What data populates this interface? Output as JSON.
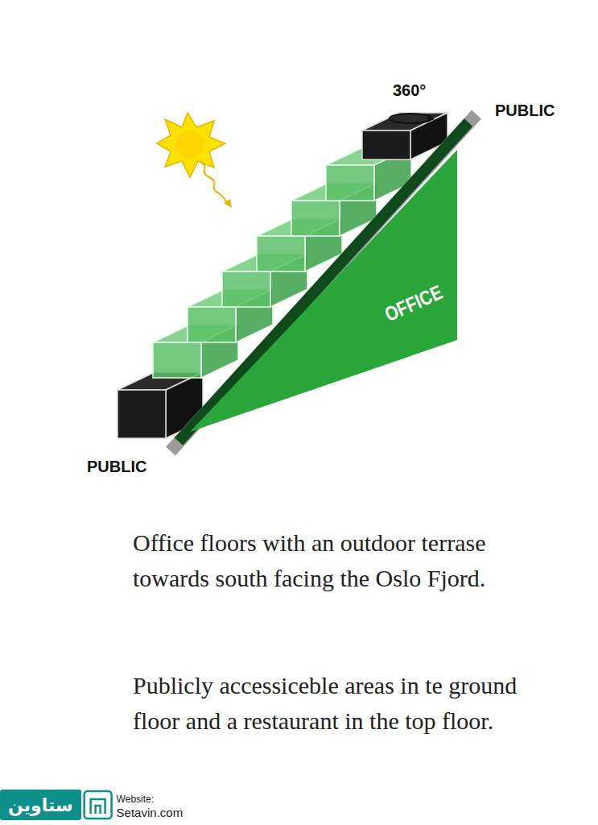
{
  "diagram": {
    "nodes": [
      {
        "text": [
          "OFFICE"
        ]
      },
      {
        "text": [
          "ستاوین"
        ]
      }
    ],
    "labels": [
      "360°",
      "PUBLIC",
      "PUBLIC",
      "Office floors with an outdoor terrase towards south facing the Oslo Fjord.",
      "Publicly accessiceble areas in te ground floor and a restaurant in the top floor.",
      "Website:",
      "Setavin.com"
    ]
  }
}
